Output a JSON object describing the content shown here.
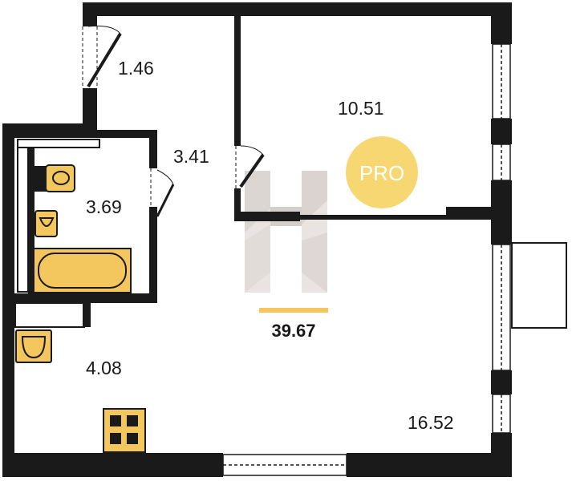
{
  "plan": {
    "total_area": "39.67",
    "badge": "PRO",
    "rooms": {
      "entry_closet": "1.46",
      "hallway": "3.41",
      "bathroom": "3.69",
      "kitchen": "4.08",
      "bedroom": "10.51",
      "living_room": "16.52"
    }
  },
  "colors": {
    "wall": "#1a1a1a",
    "fixture_fill": "#f4c65e",
    "badge": "#f7d772",
    "total_underline": "#f7c45e",
    "logo_light": "#e9e4e2",
    "logo_dark": "#c9c1be"
  }
}
